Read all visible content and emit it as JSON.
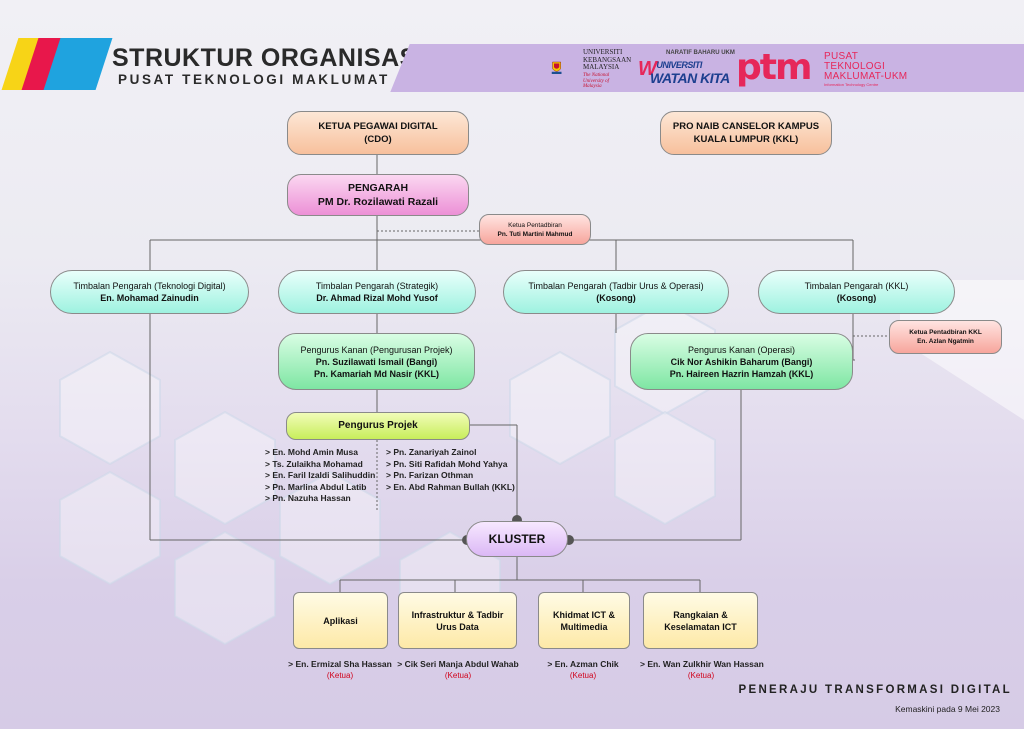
{
  "header": {
    "title": "STRUKTUR ORGANISASI",
    "subtitle": "PUSAT TEKNOLOGI MAKLUMAT",
    "stripe_colors": [
      "#f7d417",
      "#e8174b",
      "#1fa3df"
    ]
  },
  "logos": {
    "ukm_lines": [
      "UNIVERSITI",
      "KEBANGSAAN",
      "MALAYSIA"
    ],
    "ukm_tagline": "The National University of Malaysia",
    "uwk_tagline": "NARATIF BAHARU UKM",
    "uwk_word1": "UNIVERSITI",
    "uwk_word2": "WATAN KITA",
    "ptm_mark": "ptm",
    "ptm_lines": [
      "PUSAT",
      "TEKNOLOGI",
      "MAKLUMAT-UKM"
    ],
    "ptm_small": "Information Technology Centre"
  },
  "nodes": {
    "cdo": {
      "title": "KETUA PEGAWAI DIGITAL",
      "sub": "(CDO)"
    },
    "pnc": {
      "title": "PRO NAIB CANSELOR KAMPUS",
      "sub": "KUALA LUMPUR (KKL)"
    },
    "pengarah": {
      "title": "PENGARAH",
      "name": "PM Dr. Rozilawati Razali"
    },
    "kp1": {
      "title": "Ketua Pentadbiran",
      "name": "Pn. Tuti Martini Mahmud"
    },
    "tp1": {
      "title": "Timbalan Pengarah (Teknologi Digital)",
      "name": "En. Mohamad Zainudin"
    },
    "tp2": {
      "title": "Timbalan Pengarah (Strategik)",
      "name": "Dr. Ahmad Rizal Mohd Yusof"
    },
    "tp3": {
      "title": "Timbalan Pengarah (Tadbir Urus & Operasi)",
      "name": "(Kosong)"
    },
    "tp4": {
      "title": "Timbalan Pengarah (KKL)",
      "name": "(Kosong)"
    },
    "kp2": {
      "title": "Ketua Pentadbiran KKL",
      "name": "En. Azlan Ngatmin"
    },
    "pk1": {
      "title": "Pengurus Kanan (Pengurusan Projek)",
      "name1": "Pn. Suzilawati Ismail (Bangi)",
      "name2": "Pn. Kamariah Md Nasir (KKL)"
    },
    "pk2": {
      "title": "Pengurus Kanan (Operasi)",
      "name1": "Cik Nor Ashikin Baharum (Bangi)",
      "name2": "Pn. Haireen Hazrin Hamzah (KKL)"
    },
    "pp": {
      "title": "Pengurus Projek"
    },
    "kluster": {
      "title": "KLUSTER"
    }
  },
  "project_team": {
    "left": [
      "> En. Mohd Amin Musa",
      "> Ts. Zulaikha Mohamad",
      "> En. Faril Izaldi Salihuddin",
      "> Pn. Marlina Abdul Latib",
      "> Pn. Nazuha Hassan"
    ],
    "right": [
      "> Pn. Zanariyah Zainol",
      "> Pn. Siti Rafidah Mohd Yahya",
      "> Pn. Farizan Othman",
      "> En. Abd Rahman Bullah (KKL)"
    ]
  },
  "clusters": [
    {
      "line1": "Aplikasi",
      "line2": "",
      "head": "> En. Ermizal Sha Hassan",
      "role": "(Ketua)"
    },
    {
      "line1": "Infrastruktur & Tadbir",
      "line2": "Urus Data",
      "head": "> Cik Seri Manja Abdul Wahab",
      "role": "(Ketua)"
    },
    {
      "line1": "Khidmat ICT &",
      "line2": "Multimedia",
      "head": "> En. Azman Chik",
      "role": "(Ketua)"
    },
    {
      "line1": "Rangkaian &",
      "line2": "Keselamatan ICT",
      "head": "> En. Wan Zulkhir Wan Hassan",
      "role": "(Ketua)"
    }
  ],
  "footer": {
    "tagline": "PENERAJU TRANSFORMASI DIGITAL",
    "updated": "Kemaskini pada 9 Mei 2023"
  }
}
